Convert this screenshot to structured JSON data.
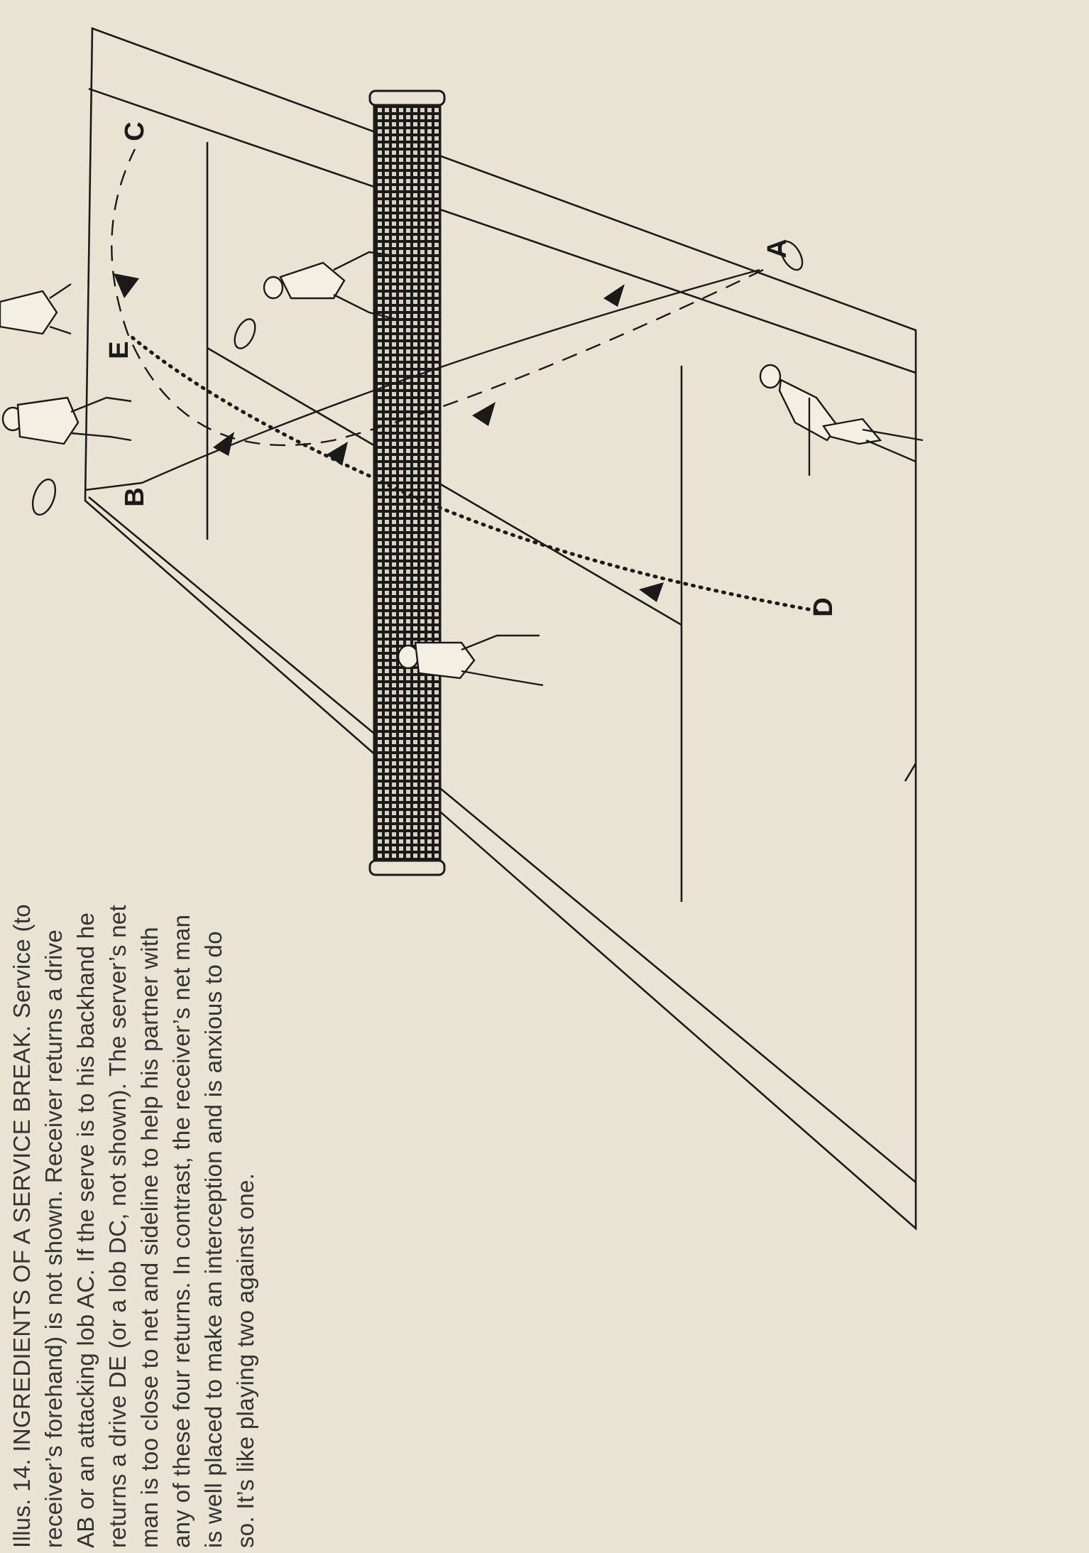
{
  "caption": {
    "lines": [
      "Illus. 14. INGREDIENTS OF A SERVICE BREAK. Service (to",
      "receiver’s forehand) is not shown. Receiver returns a drive",
      "AB or an attacking lob AC. If the serve is to his backhand he",
      "returns a drive DE (or a lob DC, not shown). The server’s net",
      "man is too close to net and sideline to help his partner with",
      "any of these four returns. In contrast, the receiver’s net man",
      "is well placed to make an interception and is anxious to do",
      "so. It’s like playing two against one."
    ]
  },
  "diagram": {
    "points": {
      "A": "A",
      "B": "B",
      "C": "C",
      "D": "D",
      "E": "E"
    },
    "shots": [
      {
        "from": "A",
        "to": "B",
        "style": "solid"
      },
      {
        "from": "A",
        "to": "C",
        "style": "dashed"
      },
      {
        "from": "D",
        "to": "E",
        "style": "dotted"
      }
    ],
    "colors": {
      "paper": "#e9e3d4",
      "ink": "#1a1a1a"
    }
  }
}
